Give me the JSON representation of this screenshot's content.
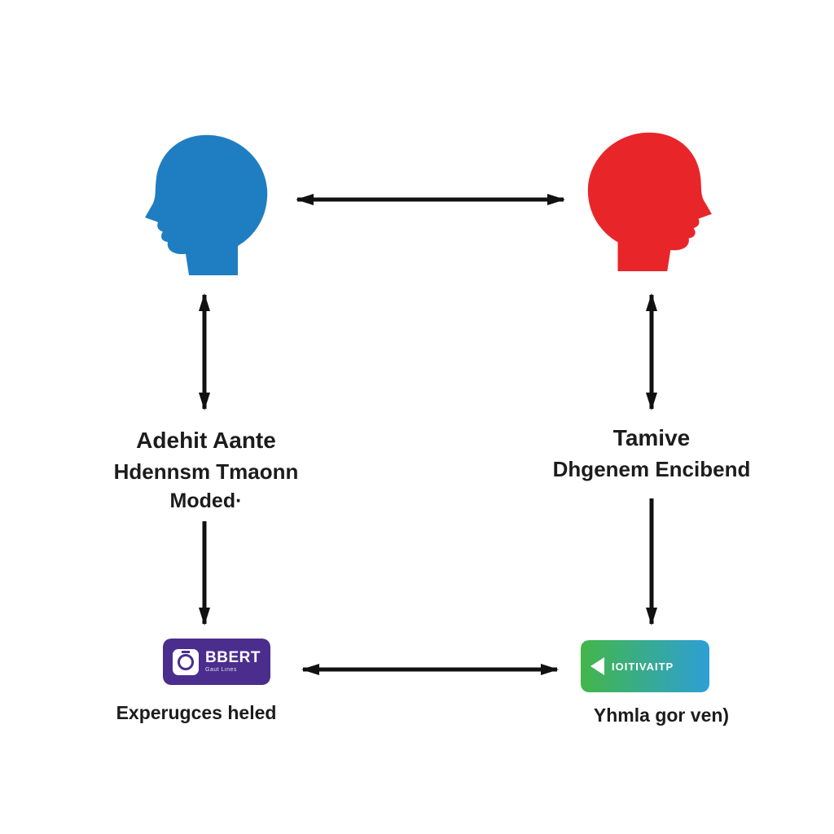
{
  "colors": {
    "left_head": "#1f7ec2",
    "right_head": "#e8262a",
    "left_badge_bg": "#4b2d8e",
    "right_badge_start": "#43b649",
    "right_badge_end": "#2d9fd6"
  },
  "left_column": {
    "label_line1": "Adehit Aante",
    "label_line2": "Hdennsm Tmaonn",
    "label_line3": "Moded·",
    "badge_title": "BBERT",
    "badge_subtitle": "Gaut Lines",
    "caption": "Experugces heled"
  },
  "right_column": {
    "label_line1": "Tamive",
    "label_line2": "Dhgenem Encibend",
    "badge_label": "IOITIVAITP",
    "caption": "Yhmla gor ven)"
  }
}
